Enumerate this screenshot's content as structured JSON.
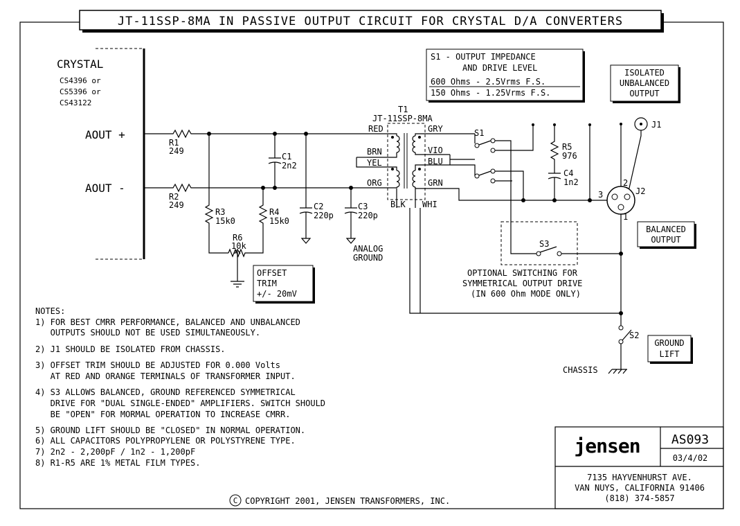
{
  "title": "JT-11SSP-8MA IN PASSIVE OUTPUT CIRCUIT FOR CRYSTAL D/A CONVERTERS",
  "source": {
    "heading": "CRYSTAL",
    "parts": [
      "CS4396 or",
      "CS5396 or",
      "CS43122"
    ],
    "aout_plus": "AOUT +",
    "aout_minus": "AOUT -"
  },
  "components": {
    "r1": {
      "name": "R1",
      "value": "249"
    },
    "r2": {
      "name": "R2",
      "value": "249"
    },
    "r3": {
      "name": "R3",
      "value": "15k0"
    },
    "r4": {
      "name": "R4",
      "value": "15k0"
    },
    "r5": {
      "name": "R5",
      "value": "976"
    },
    "r6": {
      "name": "R6",
      "value": "10k"
    },
    "c1": {
      "name": "C1",
      "value": "2n2"
    },
    "c2": {
      "name": "C2",
      "value": "220p"
    },
    "c3": {
      "name": "C3",
      "value": "220p"
    },
    "c4": {
      "name": "C4",
      "value": "1n2"
    },
    "t1": {
      "name": "T1",
      "part": "JT-11SSP-8MA"
    },
    "s1": "S1",
    "s2": "S2",
    "s3": "S3",
    "j1": "J1",
    "j2": "J2"
  },
  "wires": {
    "red": "RED",
    "brn": "BRN",
    "yel": "YEL",
    "org": "ORG",
    "blk": "BLK",
    "gry": "GRY",
    "vio": "VIO",
    "blu": "BLU",
    "grn": "GRN",
    "whi": "WHI"
  },
  "pins": {
    "p1": "1",
    "p2": "2",
    "p3": "3"
  },
  "s1_box": {
    "line1": "S1 - OUTPUT IMPEDANCE",
    "line2": "AND DRIVE LEVEL",
    "line3": "600 Ohms - 2.5Vrms F.S.",
    "line4": "150 Ohms - 1.25Vrms F.S."
  },
  "isolated_box": [
    "ISOLATED",
    "UNBALANCED",
    "OUTPUT"
  ],
  "balanced_box": [
    "BALANCED",
    "OUTPUT"
  ],
  "offset_box": [
    "OFFSET",
    "TRIM",
    "+/- 20mV"
  ],
  "ground_lift_box": [
    "GROUND",
    "LIFT"
  ],
  "analog_ground": [
    "ANALOG",
    "GROUND"
  ],
  "chassis": "CHASSIS",
  "optional_switching": [
    "OPTIONAL SWITCHING FOR",
    "SYMMETRICAL OUTPUT DRIVE",
    "(IN 600 Ohm MODE ONLY)"
  ],
  "notes": {
    "heading": "NOTES:",
    "lines": [
      "1) FOR BEST CMRR PERFORMANCE, BALANCED AND UNBALANCED",
      "   OUTPUTS SHOULD NOT BE USED SIMULTANEOUSLY.",
      "2) J1 SHOULD BE ISOLATED FROM CHASSIS.",
      "3) OFFSET TRIM SHOULD BE ADJUSTED FOR 0.000 Volts",
      "   AT RED AND ORANGE TERMINALS OF TRANSFORMER INPUT.",
      "4) S3 ALLOWS BALANCED, GROUND REFERENCED SYMMETRICAL",
      "   DRIVE FOR \"DUAL SINGLE-ENDED\" AMPLIFIERS. SWITCH SHOULD",
      "   BE \"OPEN\" FOR MORMAL OPERATION TO INCREASE CMRR.",
      "5) GROUND LIFT SHOULD BE \"CLOSED\" IN NORMAL OPERATION.",
      "6) ALL CAPACITORS POLYPROPYLENE OR POLYSTYRENE TYPE.",
      "7) 2n2 - 2,200pF / 1n2 - 1,200pF",
      "8) R1-R5 ARE 1% METAL FILM TYPES."
    ]
  },
  "copyright": "COPYRIGHT 2001, JENSEN TRANSFORMERS, INC.",
  "copyright_symbol": "C",
  "titleblock": {
    "logo": "jensen",
    "drawing_no": "AS093",
    "date": "03/4/02",
    "address1": "7135 HAYVENHURST AVE.",
    "address2": "VAN NUYS, CALIFORNIA 91406",
    "phone": "(818) 374-5857"
  }
}
